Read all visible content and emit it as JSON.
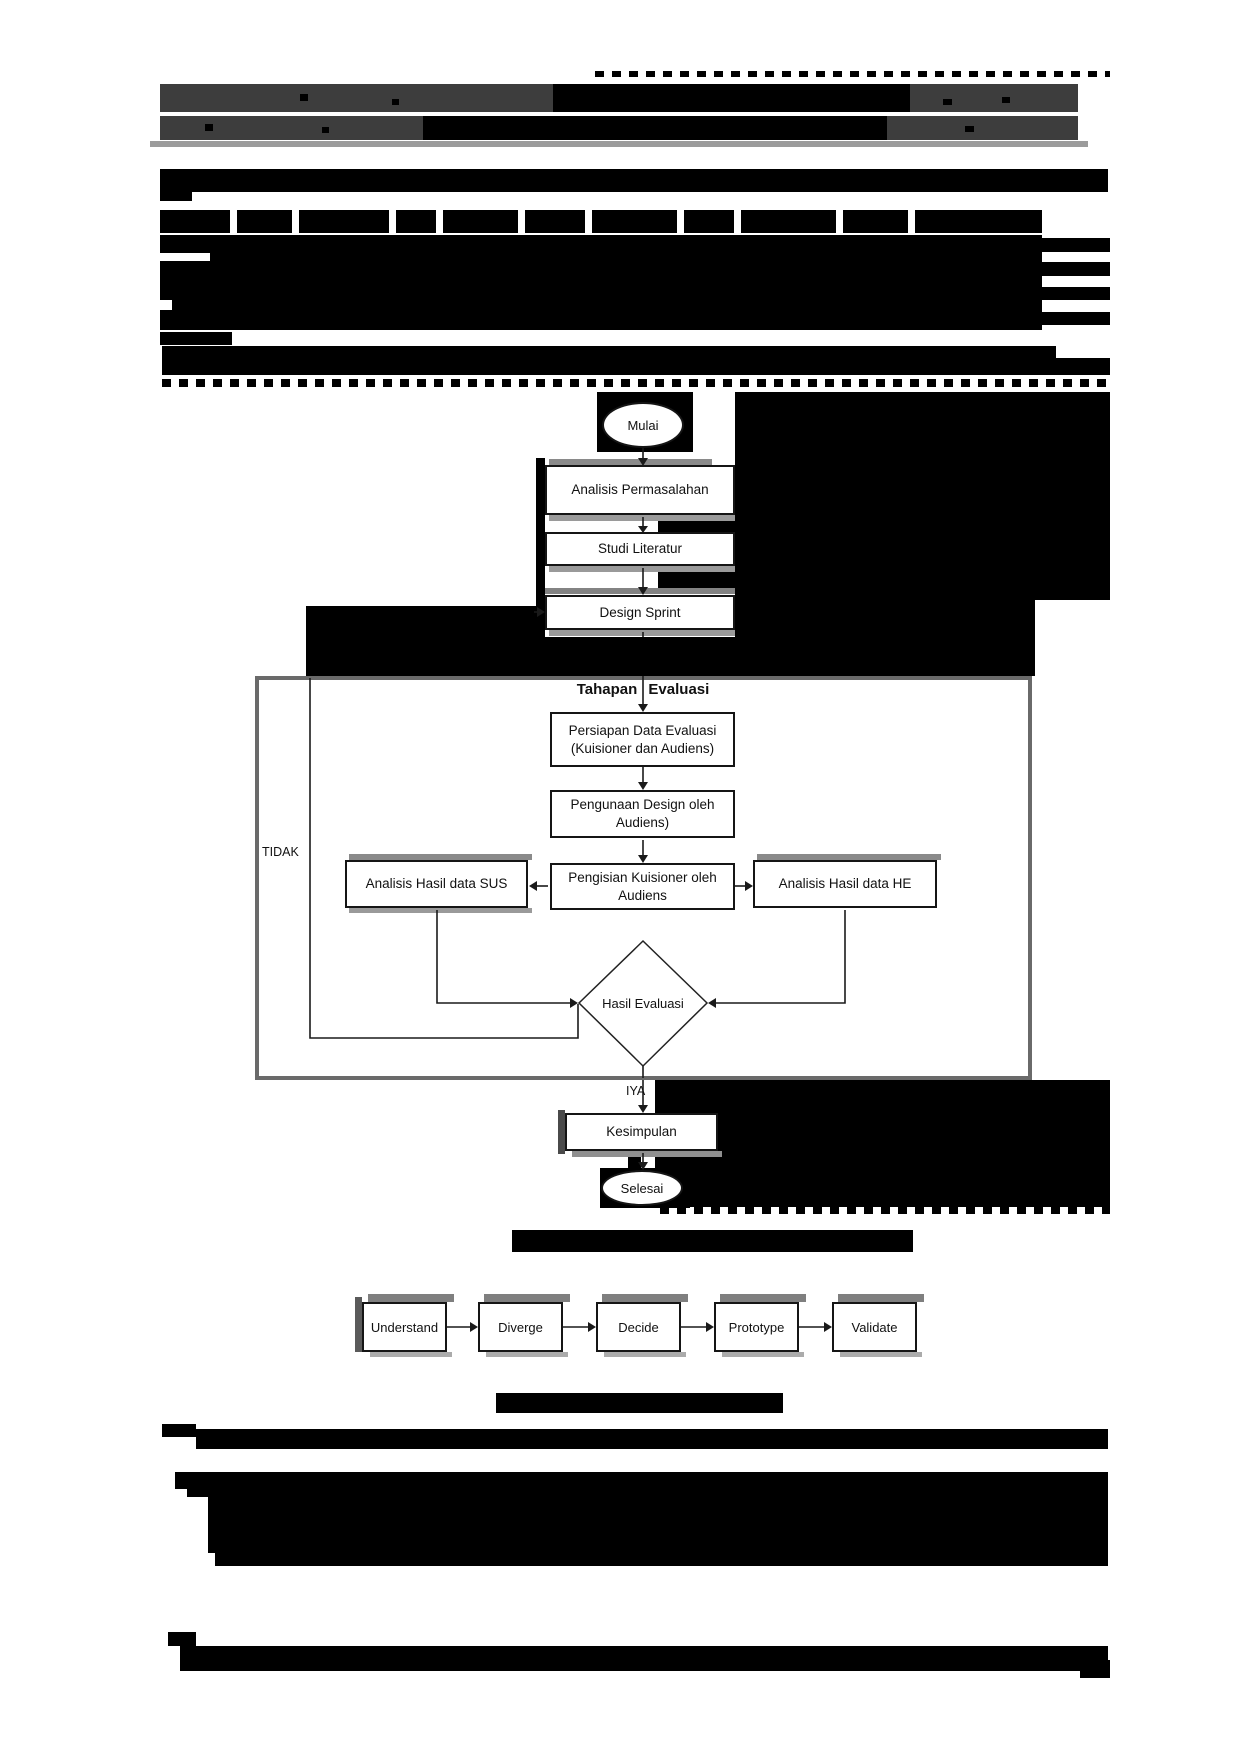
{
  "colors": {
    "redaction": "#000000",
    "header_gray": "#3d3d3d",
    "rule_gray": "#9b9b9b",
    "line": "#1a1a1a",
    "container_border": "#6a6a6a"
  },
  "flowchart": {
    "start": "Mulai",
    "step1": "Analisis Permasalahan",
    "step2": "Studi Literatur",
    "step3": "Design Sprint",
    "container_title": "Tahapan Evaluasi",
    "prep_line1": "Persiapan Data Evaluasi",
    "prep_line2": "(Kuisioner dan Audiens)",
    "use_line1": "Pengunaan Design oleh",
    "use_line2": "Audiens)",
    "fill_line1": "Pengisian Kuisioner oleh",
    "fill_line2": "Audiens",
    "sus_box": "Analisis Hasil data SUS",
    "he_box": "Analisis Hasil data HE",
    "decision": "Hasil Evaluasi",
    "no_label": "TIDAK",
    "yes_label": "IYA",
    "conclusion": "Kesimpulan",
    "end": "Selesai"
  },
  "design_sprint_stages": [
    "Understand",
    "Diverge",
    "Decide",
    "Prototype",
    "Validate"
  ]
}
